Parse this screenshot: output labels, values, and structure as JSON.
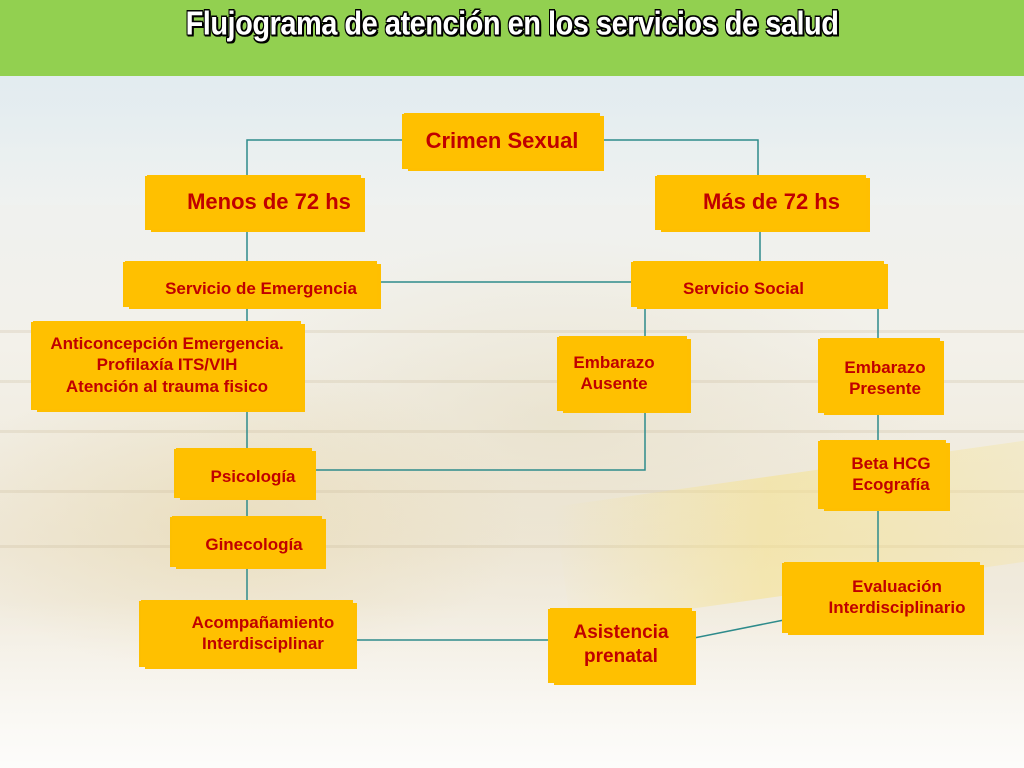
{
  "slide": {
    "title": "Flujograma de atención en los servicios de salud"
  },
  "colors": {
    "header": "#92d050",
    "box_fill": "#ffc000",
    "box_text": "#c00000",
    "connector": "#2e8b8b"
  },
  "nodes": {
    "crimen": "Crimen Sexual",
    "menos72": "Menos de 72 hs",
    "mas72": "Más de 72 hs",
    "emergencia": "Servicio de Emergencia",
    "social": "Servicio Social",
    "anticoncepcion": "Anticoncepción Emergencia.\nProfilaxía ITS/VIH\nAtención  al trauma fisico",
    "embarazo_ausente": "Embarazo\nAusente",
    "embarazo_presente": "Embarazo\nPresente",
    "psicologia": "Psicología",
    "beta_hcg": "Beta HCG\nEcografía",
    "ginecologia": "Ginecología",
    "evaluacion": "Evaluación\nInterdisciplinario",
    "acompanamiento": "Acompañamiento\nInterdisciplinar",
    "asistencia": "Asistencia\nprenatal"
  }
}
